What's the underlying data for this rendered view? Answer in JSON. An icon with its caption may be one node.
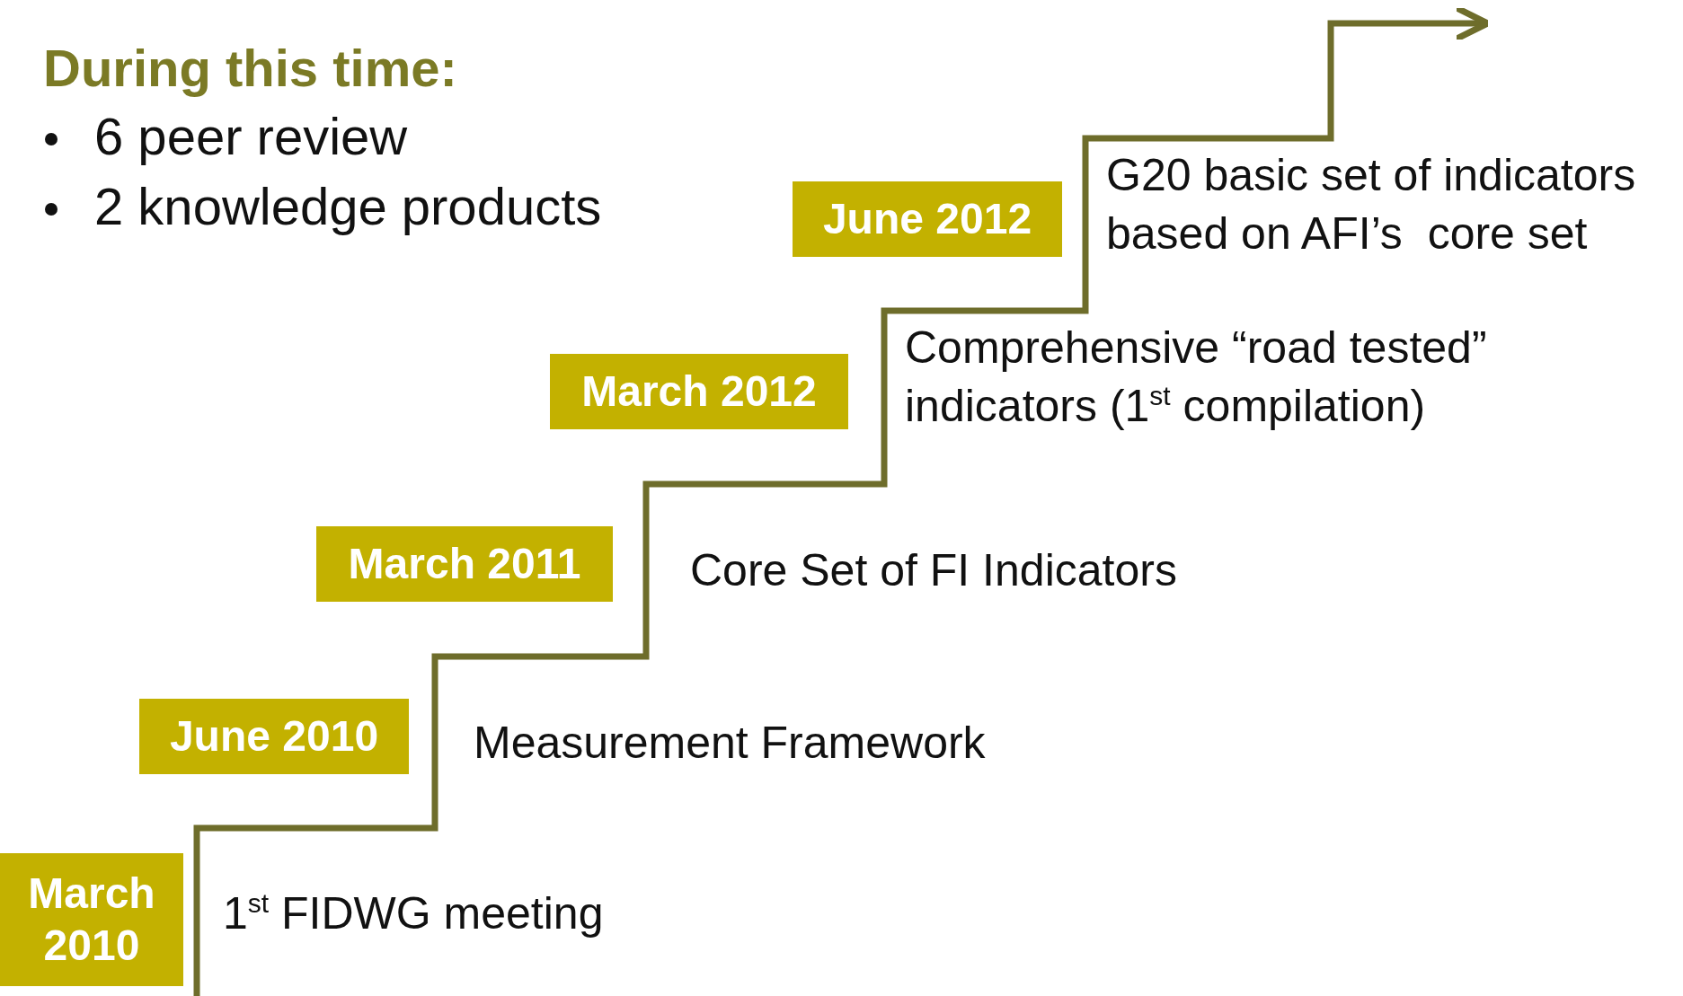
{
  "diagram": {
    "title": "During this time:",
    "nodes": [
      {
        "text": [
          "March 2010"
        ],
        "beside": [
          "1$^{st}$ FIDWG meeting"
        ]
      },
      {
        "text": [
          "June 2010"
        ],
        "beside": [
          "Measurement Framework"
        ]
      },
      {
        "text": [
          "March 2011"
        ],
        "beside": [
          "Core Set of FI Indicators"
        ]
      },
      {
        "text": [
          "March 2012"
        ],
        "beside": [
          "Comprehensive “road tested” indicators (1$^{st}$ compilation)"
        ]
      },
      {
        "text": [
          "June 2012"
        ],
        "beside": [
          "G20 basic set of indicators based on AFI’s  core set"
        ]
      }
    ],
    "labels": [
      "6 peer review",
      "2 knowledge products"
    ]
  }
}
